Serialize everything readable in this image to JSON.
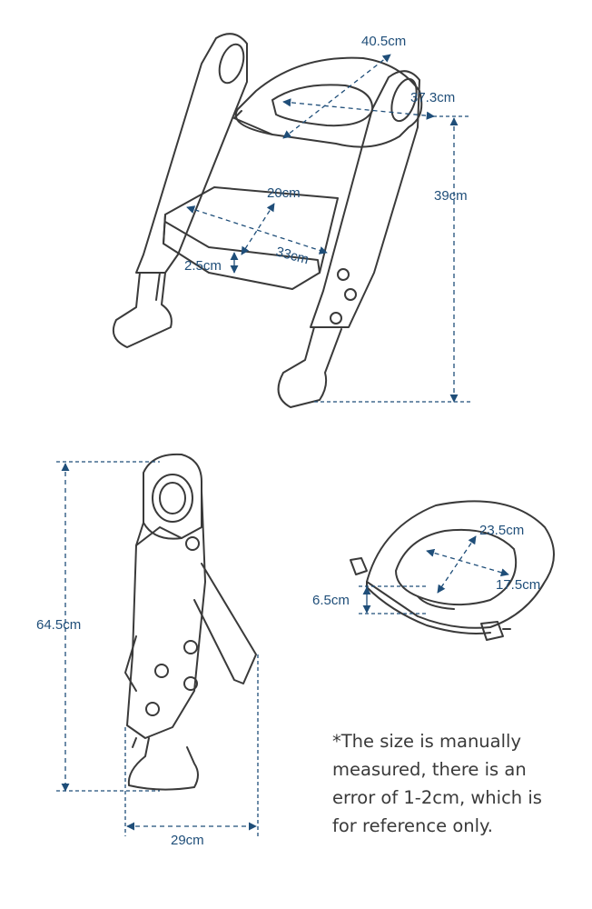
{
  "colors": {
    "outline": "#3a3a3a",
    "dimension": "#1f4e79",
    "background": "#ffffff"
  },
  "front_view": {
    "seat_width": "40.5cm",
    "seat_depth": "37.3cm",
    "height": "39cm",
    "step_depth": "20cm",
    "step_width": "33cm",
    "step_thickness": "2.5cm"
  },
  "side_view": {
    "height": "64.5cm",
    "depth": "29cm"
  },
  "seat_view": {
    "opening_length": "23.5cm",
    "opening_width": "17.5cm",
    "thickness": "6.5cm"
  },
  "note": {
    "lines": [
      "*The size is manually",
      "measured, there is an",
      "error of 1-2cm, which is",
      "for reference only."
    ]
  }
}
